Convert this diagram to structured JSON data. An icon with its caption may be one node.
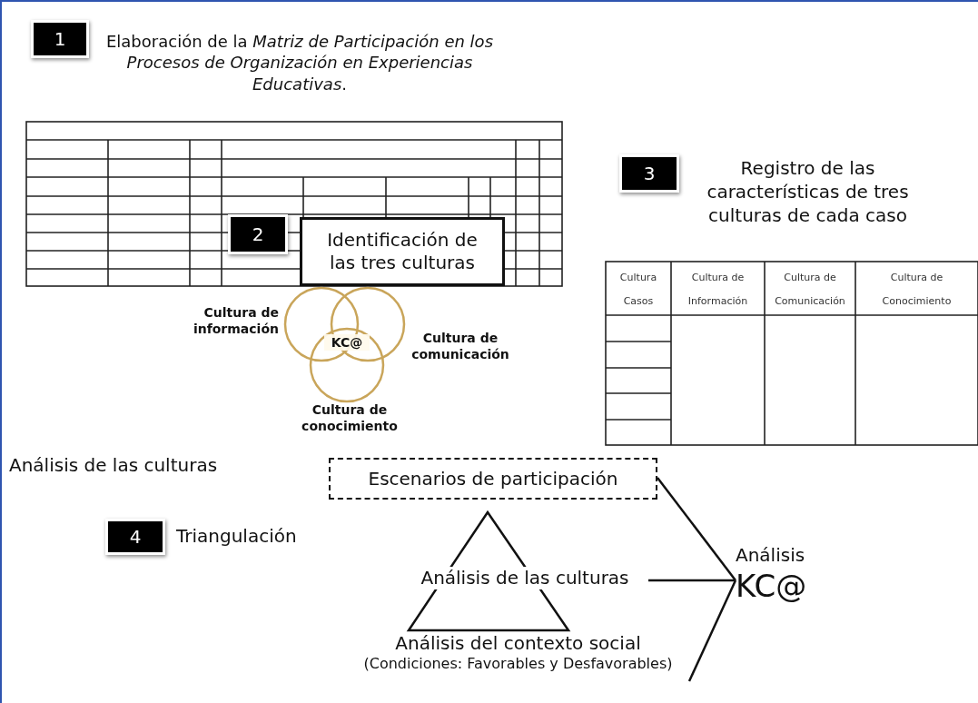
{
  "diagram": {
    "nodes": [
      {
        "text": [
          "1"
        ]
      },
      {
        "text": [
          "2"
        ]
      },
      {
        "text": [
          "Identificación de las tres culturas"
        ]
      },
      {
        "text": [
          "3"
        ]
      },
      {
        "text": [
          "4"
        ]
      },
      {
        "text": [
          "Escenarios de participación"
        ]
      },
      {
        "text": [
          "Análisis de las culturas"
        ]
      },
      {
        "text": [
          "Análisis del contexto social",
          "(Condiciones: Favorables y Desfavorables)"
        ]
      },
      {
        "text": [
          "Análisis",
          "KC@"
        ]
      }
    ],
    "edges": [
      {
        "from": 5,
        "to": 8,
        "arrow": "none"
      },
      {
        "from": 6,
        "to": 8,
        "arrow": "none"
      },
      {
        "from": 7,
        "to": 8,
        "arrow": "none"
      }
    ],
    "labels": [
      "Elaboración de la *Matriz de Participación en los Procesos de Organización en Experiencias Educativas*.",
      "Cultura de información",
      "KC@",
      "Cultura de comunicación",
      "Cultura de conocimiento",
      "Registro de las características de tres culturas de cada caso",
      "Cultura Casos",
      "Cultura de Información",
      "Cultura de Comunicación",
      "Cultura de Conocimiento",
      "Análisis de las culturas",
      "Triangulación"
    ]
  }
}
